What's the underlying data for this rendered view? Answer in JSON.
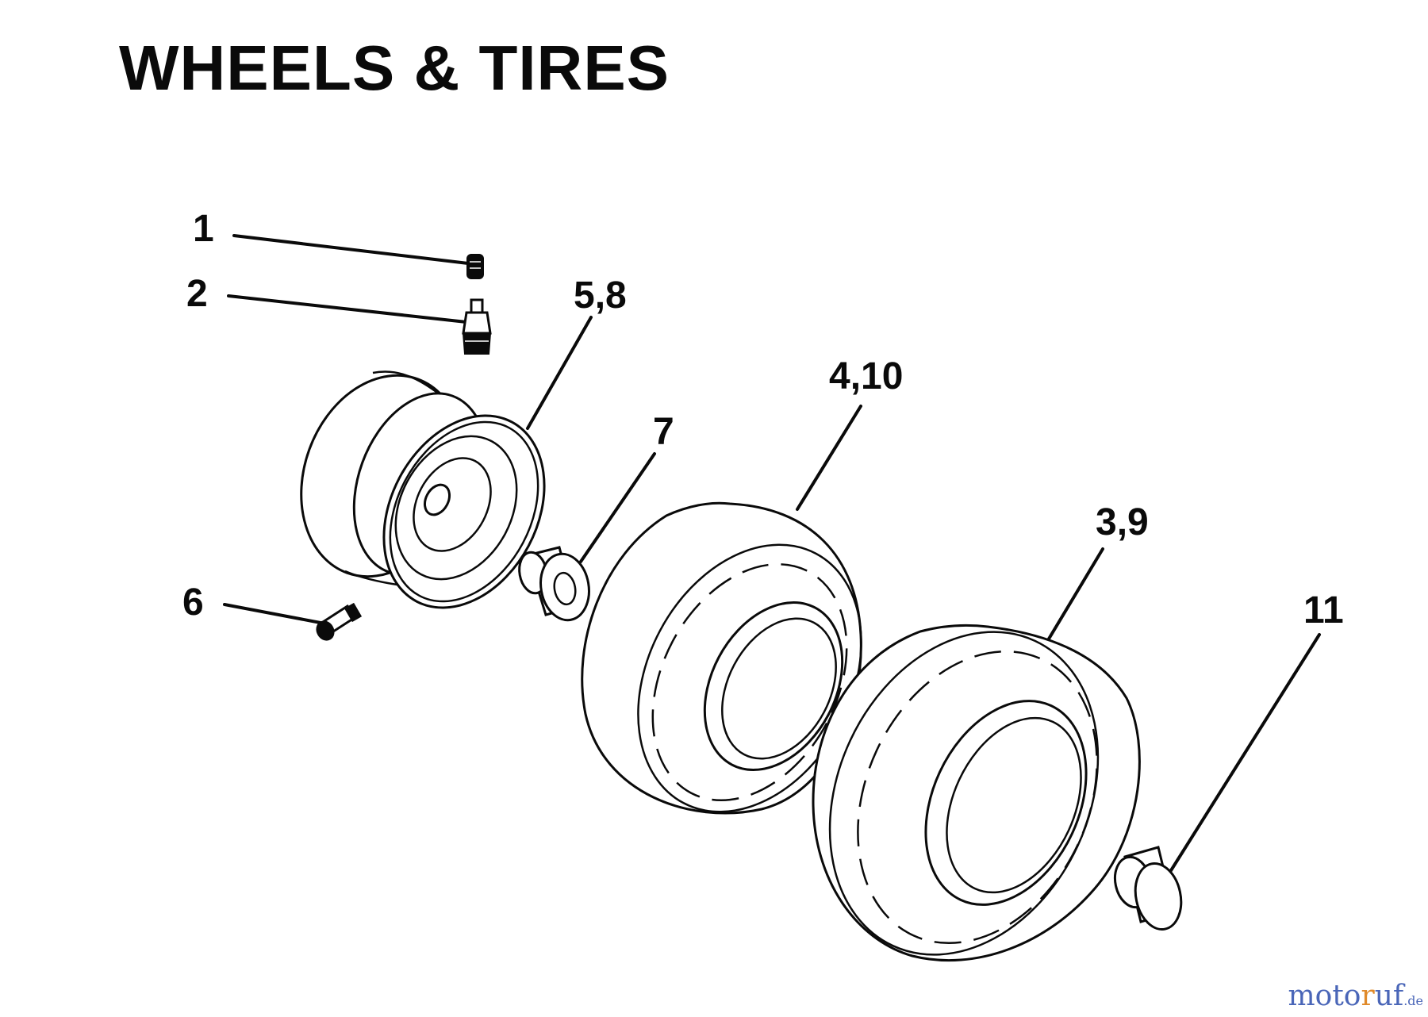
{
  "title": "WHEELS & TIRES",
  "callouts": [
    {
      "id": "c1",
      "label": "1"
    },
    {
      "id": "c2",
      "label": "2"
    },
    {
      "id": "c58",
      "label": "5,8"
    },
    {
      "id": "c410",
      "label": "4,10"
    },
    {
      "id": "c7",
      "label": "7"
    },
    {
      "id": "c39",
      "label": "3,9"
    },
    {
      "id": "c6",
      "label": "6"
    },
    {
      "id": "c11",
      "label": "11"
    }
  ],
  "parts": [
    {
      "name": "valve-cap",
      "icon": "valve-cap-icon"
    },
    {
      "name": "valve-stem",
      "icon": "valve-stem-icon"
    },
    {
      "name": "rim",
      "icon": "wheel-rim-icon"
    },
    {
      "name": "grease-fitting",
      "icon": "grease-fitting-icon"
    },
    {
      "name": "bushing",
      "icon": "bushing-icon"
    },
    {
      "name": "tire-front",
      "icon": "tire-icon"
    },
    {
      "name": "tire-rear",
      "icon": "tire-icon"
    },
    {
      "name": "spacer",
      "icon": "spacer-icon"
    }
  ],
  "watermark": {
    "part1": "moto",
    "part2": "r",
    "part3": "uf",
    "tld": ".de"
  },
  "colors": {
    "ink": "#0a0a0a",
    "watermark_blue": "#4a66b8",
    "watermark_orange": "#e08a2a"
  }
}
